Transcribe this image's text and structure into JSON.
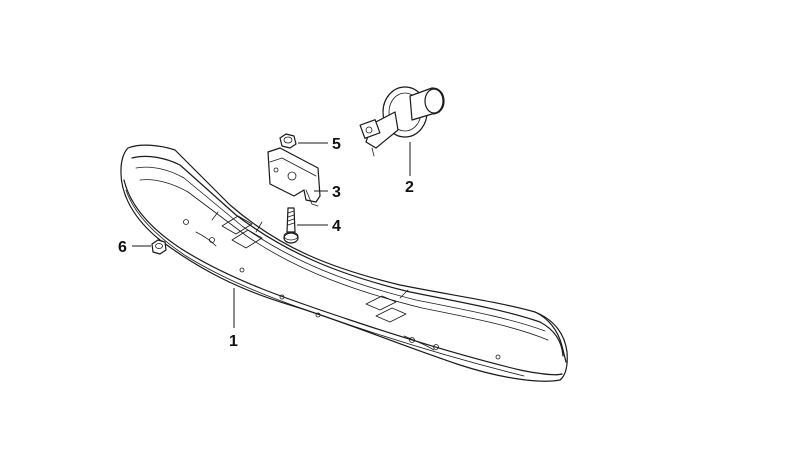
{
  "callouts": {
    "c1": "1",
    "c2": "2",
    "c3": "3",
    "c4": "4",
    "c5": "5",
    "c6": "6"
  },
  "parts": [
    {
      "ref": "1",
      "icon": "bumper-carrier-icon"
    },
    {
      "ref": "2",
      "icon": "impact-absorber-icon"
    },
    {
      "ref": "3",
      "icon": "bracket-icon"
    },
    {
      "ref": "4",
      "icon": "bolt-icon"
    },
    {
      "ref": "5",
      "icon": "hex-nut-icon"
    },
    {
      "ref": "6",
      "icon": "hex-nut-icon"
    }
  ],
  "colors": {
    "line": "#1a1a1a",
    "background": "#ffffff"
  }
}
